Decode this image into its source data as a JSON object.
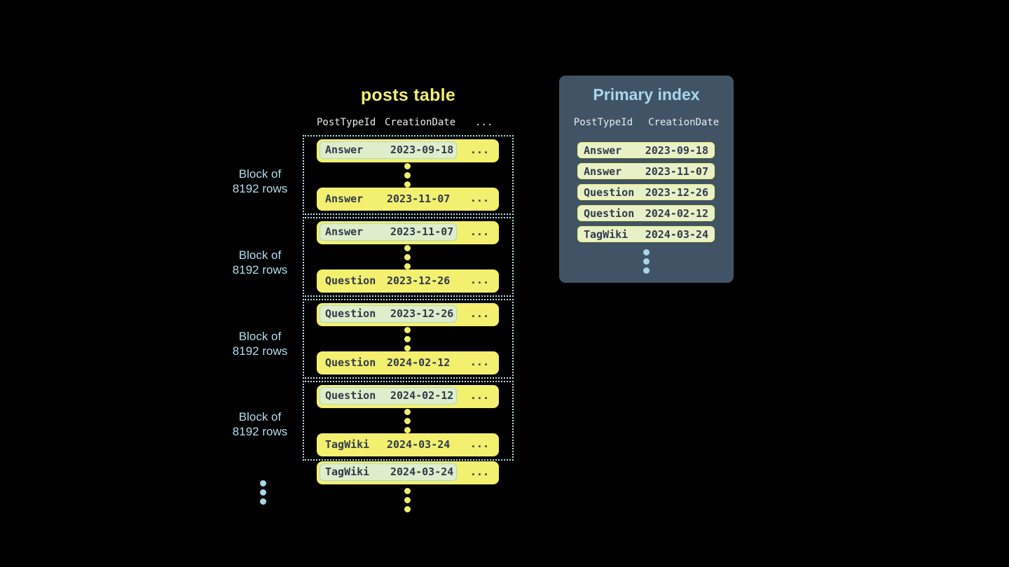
{
  "colors": {
    "background": "#000000",
    "table_yellow": "#f3ef6f",
    "title_yellow": "#f1ee75",
    "highlight_row_bg": "#dfeeca",
    "highlight_row_border": "#a5d7e2",
    "dark_text": "#2f3a4d",
    "panel_bg": "#405466",
    "light_blue_text": "#a9d6ea",
    "dotted_border": "#b9e0ee",
    "index_row_bg": "#e8f1c6",
    "index_row_border": "#f0f171",
    "header_text": "#e9ecec"
  },
  "posts_table": {
    "title": "posts table",
    "columns": {
      "col1": "PostTypeId",
      "col2": "CreationDate",
      "col3": "..."
    },
    "block_label": {
      "line1": "Block of",
      "line2": "8192 rows"
    },
    "ellipsis": "...",
    "blocks": [
      {
        "first": {
          "type": "Answer",
          "date": "2023-09-18"
        },
        "last": {
          "type": "Answer",
          "date": "2023-11-07"
        }
      },
      {
        "first": {
          "type": "Answer",
          "date": "2023-11-07"
        },
        "last": {
          "type": "Question",
          "date": "2023-12-26"
        }
      },
      {
        "first": {
          "type": "Question",
          "date": "2023-12-26"
        },
        "last": {
          "type": "Question",
          "date": "2024-02-12"
        }
      },
      {
        "first": {
          "type": "Question",
          "date": "2024-02-12"
        },
        "last": {
          "type": "TagWiki",
          "date": "2024-03-24"
        }
      }
    ],
    "overflow_row": {
      "type": "TagWiki",
      "date": "2024-03-24"
    }
  },
  "primary_index": {
    "title": "Primary index",
    "columns": {
      "col1": "PostTypeId",
      "col2": "CreationDate"
    },
    "rows": [
      {
        "type": "Answer",
        "date": "2023-09-18"
      },
      {
        "type": "Answer",
        "date": "2023-11-07"
      },
      {
        "type": "Question",
        "date": "2023-12-26"
      },
      {
        "type": "Question",
        "date": "2024-02-12"
      },
      {
        "type": "TagWiki",
        "date": "2024-03-24"
      }
    ]
  }
}
